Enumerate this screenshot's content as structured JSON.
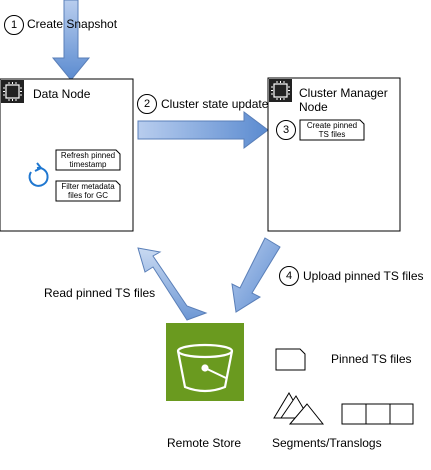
{
  "steps": {
    "s1": {
      "number": "1",
      "label": "Create Snapshot"
    },
    "s2": {
      "number": "2",
      "label": "Cluster state update"
    },
    "s3": {
      "number": "3"
    },
    "s4": {
      "number": "4",
      "label": "Upload pinned TS files"
    }
  },
  "data_node": {
    "title": "Data Node",
    "notes": [
      "Refresh pinned timestamp",
      "Filter metadata files for GC"
    ],
    "icon": "chip-icon",
    "refresh_icon": "refresh-icon"
  },
  "cluster_manager": {
    "title_line1": "Cluster Manager",
    "title_line2": "Node",
    "note": "Create pinned TS files",
    "icon": "chip-icon"
  },
  "remote_store": {
    "label": "Remote Store",
    "icon": "bucket-icon",
    "color": "#6a9a1f"
  },
  "read_label": "Read pinned TS files",
  "legend": {
    "pinned_ts": "Pinned TS files",
    "segments": "Segments/Translogs"
  },
  "colors": {
    "arrow_fill": "#6d97d4",
    "arrow_light": "#b8cdee",
    "arrow_stroke": "#5a7fb8"
  }
}
